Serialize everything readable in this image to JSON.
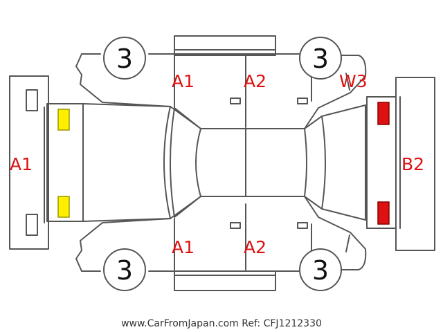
{
  "labels": {
    "front_bumper": "A1",
    "rear_bumper": "B2",
    "top_front_door": "A1",
    "top_rear_door": "A2",
    "top_rear_panel": "W3",
    "bottom_front_door": "A1",
    "bottom_rear_door": "A2"
  },
  "wheels": {
    "top_left": "3",
    "top_right": "3",
    "bottom_left": "3",
    "bottom_right": "3"
  },
  "watermark": "www.CarFromJapan.com Ref: CFJ1212330",
  "colors": {
    "label_red": "#dd1111",
    "marker_yellow": "#ffee00",
    "marker_red": "#dd1111",
    "outline": "#555555"
  }
}
